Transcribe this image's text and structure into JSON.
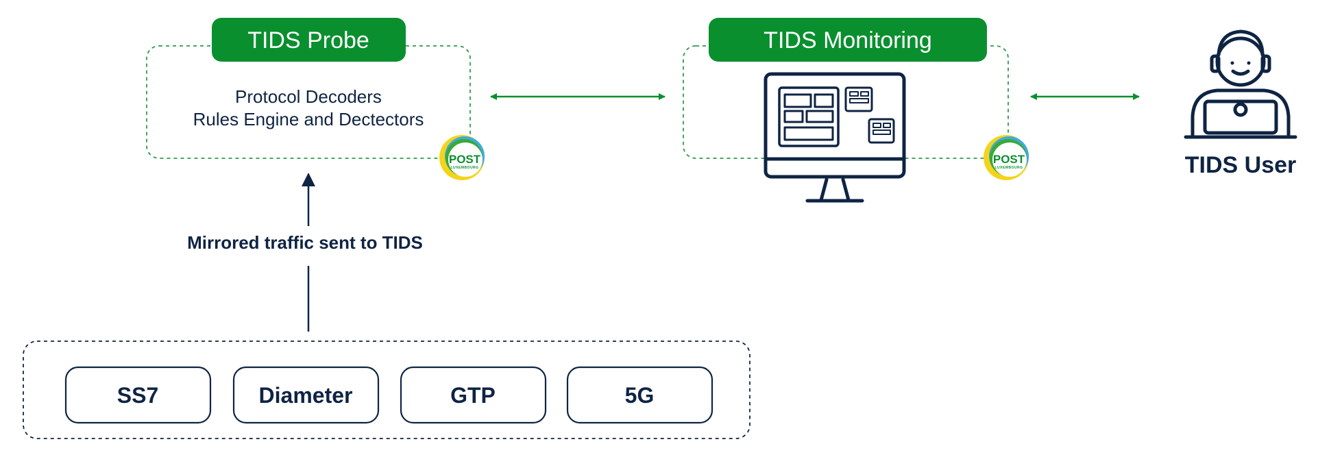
{
  "colors": {
    "green": "#0a8f2f",
    "navy": "#0f2443",
    "dash_green": "#2e9a4a",
    "logo_yellow": "#f4d41a",
    "logo_green": "#3aa935",
    "logo_blue": "#3fa9e0"
  },
  "probe": {
    "title": "TIDS Probe",
    "line1": "Protocol Decoders",
    "line2": "Rules Engine and Dectectors"
  },
  "monitoring": {
    "title": "TIDS Monitoring"
  },
  "user": {
    "label": "TIDS User"
  },
  "traffic": {
    "label": "Mirrored traffic sent to TIDS"
  },
  "logo": {
    "text": "POST",
    "sub": "LUXEMBOURG"
  },
  "protocols": [
    {
      "label": "SS7"
    },
    {
      "label": "Diameter"
    },
    {
      "label": "GTP"
    },
    {
      "label": "5G"
    }
  ],
  "icons": {
    "monitor": "monitor-dashboard-icon",
    "user": "user-laptop-icon",
    "logo": "post-luxembourg-logo"
  }
}
